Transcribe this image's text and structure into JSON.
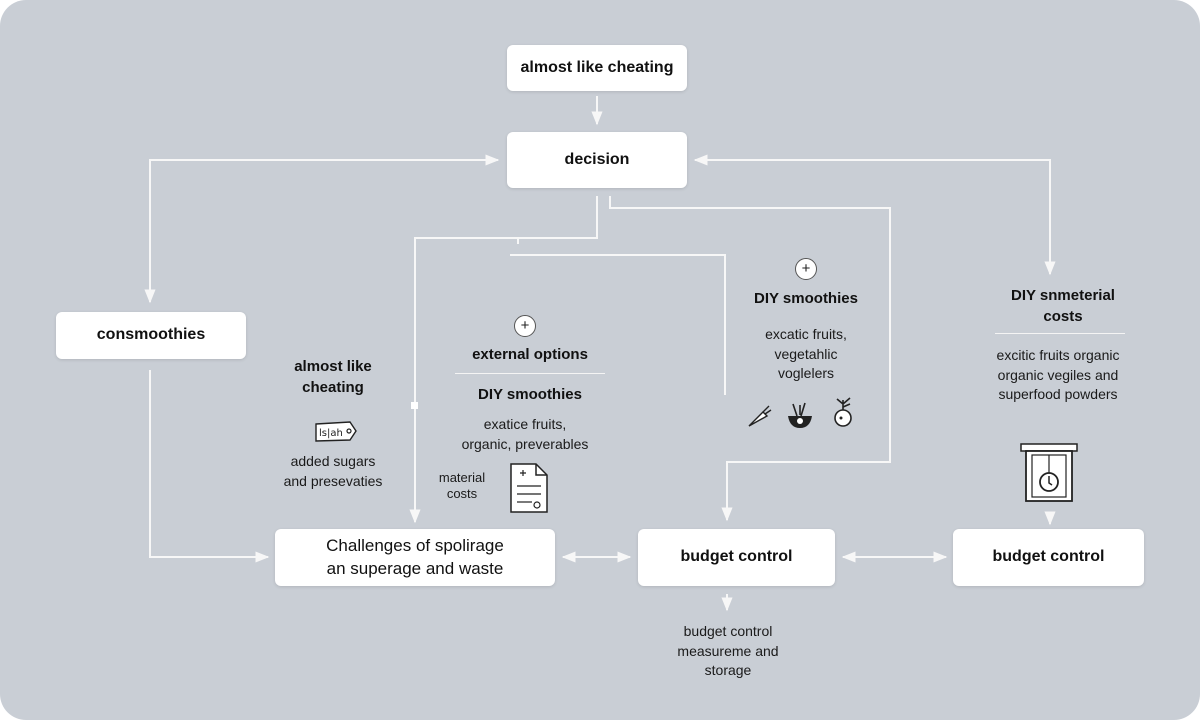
{
  "nodes": {
    "top": "almost like cheating",
    "decision": "decision",
    "left": "consmoothies",
    "challenges": "Challenges of spolirage\nan superage and waste",
    "budget_mid": "budget control",
    "budget_right": "budget control"
  },
  "left_branch": {
    "title": "almost like\ncheating",
    "tag_text": "ls|ah",
    "desc": "added sugars\nand presevaties"
  },
  "center_branch": {
    "heading1": "external options",
    "heading2": "DIY smoothies",
    "desc": "exatice fruits,\norganic, preverables",
    "material": "material\ncosts"
  },
  "mid_right_branch": {
    "heading": "DIY smoothies",
    "desc": "excatic fruits,\nvegetahlic\nvoglelers"
  },
  "right_branch": {
    "heading": "DIY snmeterial\ncosts",
    "desc": "excitic fruits organic\norganic vegiles and\nsuperfood powders"
  },
  "bottom_note": "budget control\nmeasureme and\nstorage",
  "colors": {
    "background": "#c9ced5",
    "node": "#ffffff",
    "connector": "#f7f7f7"
  },
  "icons": [
    "plus-icon",
    "price-tag-icon",
    "document-icon",
    "carrot-icon",
    "mortar-bowl-icon",
    "apple-sprout-icon",
    "scale-icon"
  ]
}
